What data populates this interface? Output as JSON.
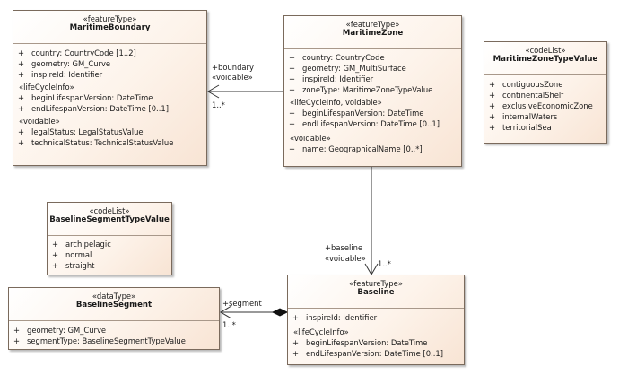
{
  "classes": {
    "maritime_boundary": {
      "stereotype": "«featureType»",
      "name": "MaritimeBoundary",
      "attributes": [
        {
          "vis": "+",
          "text": "country: CountryCode [1..2]"
        },
        {
          "vis": "+",
          "text": "geometry: GM_Curve"
        },
        {
          "vis": "+",
          "text": "inspireId: Identifier"
        }
      ],
      "group1": "«lifeCycleInfo»",
      "group1_attrs": [
        {
          "vis": "+",
          "text": "beginLifespanVersion: DateTime"
        },
        {
          "vis": "+",
          "text": "endLifespanVersion: DateTime [0..1]"
        }
      ],
      "group2": "«voidable»",
      "group2_attrs": [
        {
          "vis": "+",
          "text": "legalStatus: LegalStatusValue"
        },
        {
          "vis": "+",
          "text": "technicalStatus: TechnicalStatusValue"
        }
      ]
    },
    "maritime_zone": {
      "stereotype": "«featureType»",
      "name": "MaritimeZone",
      "attributes": [
        {
          "vis": "+",
          "text": "country: CountryCode"
        },
        {
          "vis": "+",
          "text": "geometry: GM_MultiSurface"
        },
        {
          "vis": "+",
          "text": "inspireId: Identifier"
        },
        {
          "vis": "+",
          "text": "zoneType: MaritimeZoneTypeValue"
        }
      ],
      "group1": "«lifeCycleInfo, voidable»",
      "group1_attrs": [
        {
          "vis": "+",
          "text": "beginLifespanVersion: DateTime"
        },
        {
          "vis": "+",
          "text": "endLifespanVersion: DateTime [0..1]"
        }
      ],
      "group2": "«voidable»",
      "group2_attrs": [
        {
          "vis": "+",
          "text": "name: GeographicalName [0..*]"
        }
      ]
    },
    "maritime_zone_type_value": {
      "stereotype": "«codeList»",
      "name": "MaritimeZoneTypeValue",
      "values": [
        {
          "vis": "+",
          "text": "contiguousZone"
        },
        {
          "vis": "+",
          "text": "continentalShelf"
        },
        {
          "vis": "+",
          "text": "exclusiveEconomicZone"
        },
        {
          "vis": "+",
          "text": "internalWaters"
        },
        {
          "vis": "+",
          "text": "territorialSea"
        }
      ]
    },
    "baseline_segment_type_value": {
      "stereotype": "«codeList»",
      "name": "BaselineSegmentTypeValue",
      "values": [
        {
          "vis": "+",
          "text": "archipelagic"
        },
        {
          "vis": "+",
          "text": "normal"
        },
        {
          "vis": "+",
          "text": "straight"
        }
      ]
    },
    "baseline_segment": {
      "stereotype": "«dataType»",
      "name": "BaselineSegment",
      "attributes": [
        {
          "vis": "+",
          "text": "geometry: GM_Curve"
        },
        {
          "vis": "+",
          "text": "segmentType: BaselineSegmentTypeValue"
        }
      ]
    },
    "baseline": {
      "stereotype": "«featureType»",
      "name": "Baseline",
      "attributes": [
        {
          "vis": "+",
          "text": "inspireId: Identifier"
        }
      ],
      "group1": "«lifeCycleInfo»",
      "group1_attrs": [
        {
          "vis": "+",
          "text": "beginLifespanVersion: DateTime"
        },
        {
          "vis": "+",
          "text": "endLifespanVersion: DateTime [0..1]"
        }
      ]
    }
  },
  "associations": {
    "boundary": {
      "role": "+boundary",
      "stereotype": "«voidable»",
      "multiplicity": "1..*"
    },
    "baseline": {
      "role": "+baseline",
      "stereotype": "«voidable»",
      "multiplicity": "1..*"
    },
    "segment": {
      "role": "+segment",
      "multiplicity": "1..*"
    }
  },
  "colors": {
    "border": "#7a6a5c",
    "fill_start": "#ffffff",
    "fill_end": "#f8e4d4",
    "line": "#333333"
  }
}
